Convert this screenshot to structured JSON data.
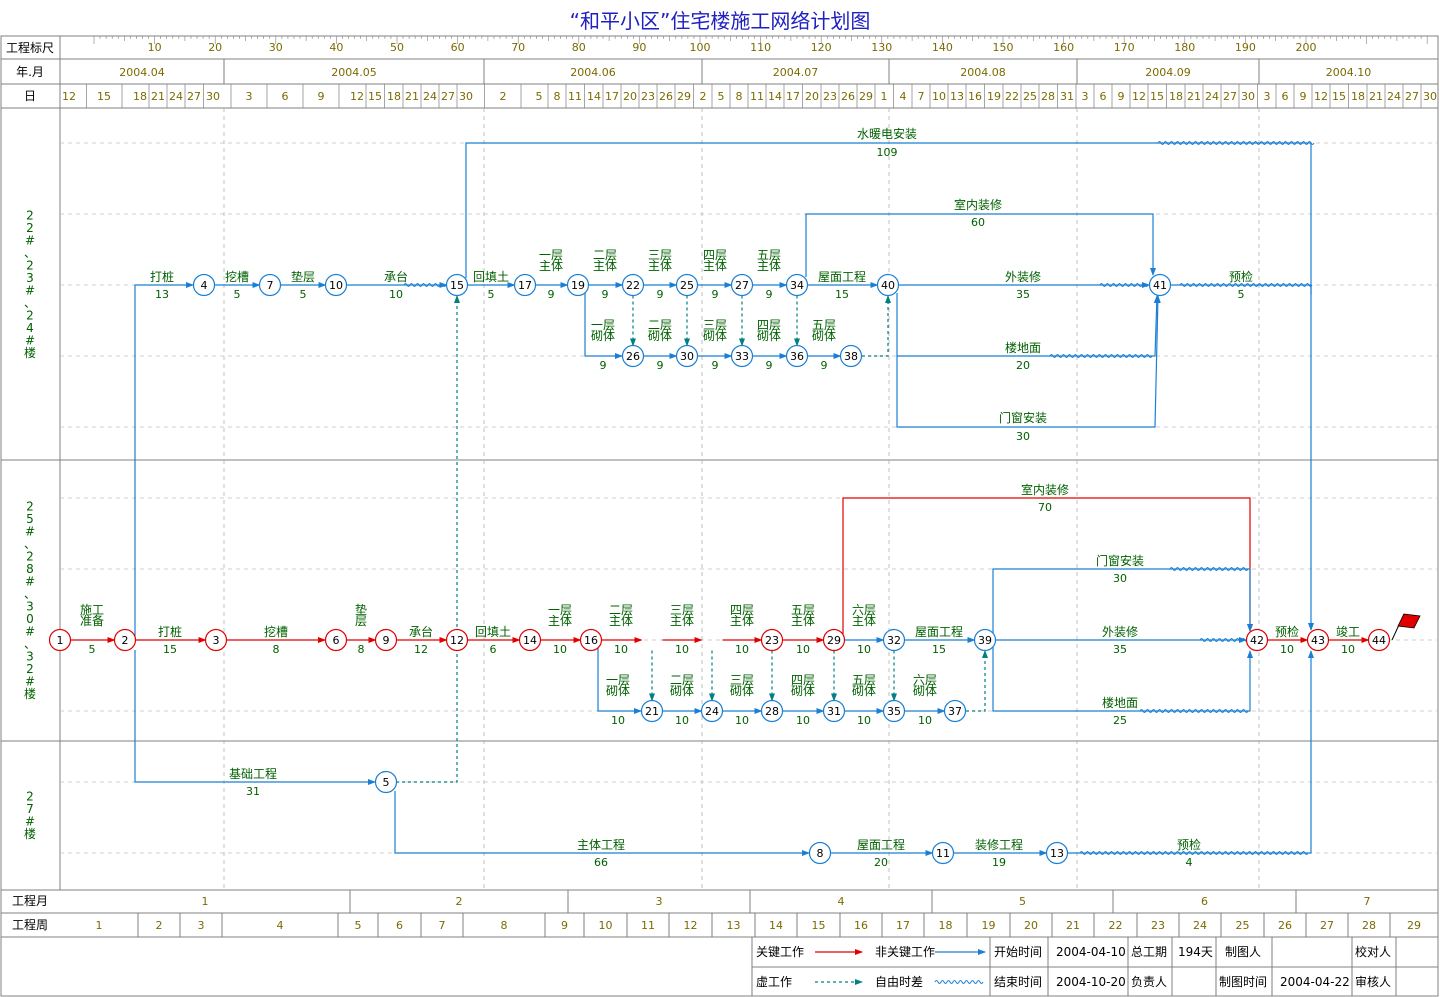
{
  "title": "“和平小区”住宅楼施工网络计划图",
  "header": {
    "row_scale_label": "工程标尺",
    "row_month_label": "年.月",
    "row_day_label": "日",
    "scale_ticks": [
      "10",
      "20",
      "30",
      "40",
      "50",
      "60",
      "70",
      "80",
      "90",
      "100",
      "110",
      "120",
      "130",
      "140",
      "150",
      "160",
      "170",
      "180",
      "190",
      "200"
    ],
    "months": [
      "2004.04",
      "2004.05",
      "2004.06",
      "2004.07",
      "2004.08",
      "2004.09",
      "2004.10"
    ],
    "days": [
      "12",
      "15",
      "18",
      "21",
      "24",
      "27",
      "30",
      "3",
      "6",
      "9",
      "12",
      "15",
      "18",
      "21",
      "24",
      "27",
      "30",
      "2",
      "5",
      "8",
      "11",
      "14",
      "17",
      "20",
      "23",
      "26",
      "29",
      "2",
      "5",
      "8",
      "11",
      "14",
      "17",
      "20",
      "23",
      "26",
      "29",
      "1",
      "4",
      "7",
      "10",
      "13",
      "16",
      "19",
      "22",
      "25",
      "28",
      "31",
      "3",
      "6",
      "9",
      "12",
      "15",
      "18",
      "21",
      "24",
      "27",
      "30",
      "3",
      "6",
      "9",
      "12",
      "15",
      "18",
      "21",
      "24",
      "27",
      "30"
    ]
  },
  "bands": [
    {
      "label": "22#、23#、24#楼"
    },
    {
      "label": "25#、28#、30#、32#楼"
    },
    {
      "label": "27#楼"
    }
  ],
  "colors": {
    "critical": "#e00000",
    "noncritical": "#1a7fd4",
    "dummy": "#008080",
    "grid": "#b0b0b0",
    "label": "#006000"
  },
  "nodes": [
    "1",
    "2",
    "3",
    "4",
    "5",
    "6",
    "7",
    "8",
    "9",
    "10",
    "11",
    "12",
    "13",
    "14",
    "15",
    "16",
    "17",
    "19",
    "21",
    "22",
    "23",
    "24",
    "25",
    "26",
    "27",
    "28",
    "29",
    "30",
    "31",
    "32",
    "33",
    "34",
    "35",
    "36",
    "37",
    "38",
    "39",
    "40",
    "41",
    "42",
    "43",
    "44"
  ],
  "activities": [
    {
      "name": "施工准备",
      "dur": "5",
      "type": "critical"
    },
    {
      "name": "打桩",
      "dur": "15",
      "type": "critical"
    },
    {
      "name": "挖槽",
      "dur": "8",
      "type": "critical"
    },
    {
      "name": "垫层",
      "dur": "8",
      "type": "critical"
    },
    {
      "name": "承台",
      "dur": "12",
      "type": "critical"
    },
    {
      "name": "回填土",
      "dur": "6",
      "type": "critical"
    },
    {
      "name": "一层主体",
      "dur": "10",
      "type": "critical"
    },
    {
      "name": "二层主体",
      "dur": "10",
      "type": "critical"
    },
    {
      "name": "三层主体",
      "dur": "10",
      "type": "critical"
    },
    {
      "name": "四层主体",
      "dur": "10",
      "type": "critical"
    },
    {
      "name": "五层主体",
      "dur": "10",
      "type": "critical"
    },
    {
      "name": "六层主体",
      "dur": "10",
      "type": "noncritical"
    },
    {
      "name": "屋面工程",
      "dur": "15",
      "type": "noncritical"
    },
    {
      "name": "室内装修",
      "dur": "70",
      "type": "critical"
    },
    {
      "name": "门窗安装",
      "dur": "30",
      "type": "noncritical"
    },
    {
      "name": "外装修",
      "dur": "35",
      "type": "noncritical"
    },
    {
      "name": "楼地面",
      "dur": "25",
      "type": "noncritical"
    },
    {
      "name": "预检",
      "dur": "10",
      "type": "critical"
    },
    {
      "name": "竣工",
      "dur": "10",
      "type": "critical"
    },
    {
      "name": "一层砌体",
      "dur": "10",
      "type": "noncritical"
    },
    {
      "name": "二层砌体",
      "dur": "10",
      "type": "noncritical"
    },
    {
      "name": "三层砌体",
      "dur": "10",
      "type": "noncritical"
    },
    {
      "name": "四层砌体",
      "dur": "10",
      "type": "noncritical"
    },
    {
      "name": "五层砌体",
      "dur": "10",
      "type": "noncritical"
    },
    {
      "name": "六层砌体",
      "dur": "10",
      "type": "noncritical"
    },
    {
      "name": "打桩",
      "dur": "13",
      "type": "noncritical"
    },
    {
      "name": "挖槽",
      "dur": "5",
      "type": "noncritical"
    },
    {
      "name": "垫层",
      "dur": "5",
      "type": "noncritical"
    },
    {
      "name": "承台",
      "dur": "10",
      "type": "noncritical"
    },
    {
      "name": "回填土",
      "dur": "5",
      "type": "noncritical"
    },
    {
      "name": "一层主体",
      "dur": "9",
      "type": "noncritical"
    },
    {
      "name": "二层主体",
      "dur": "9",
      "type": "noncritical"
    },
    {
      "name": "三层主体",
      "dur": "9",
      "type": "noncritical"
    },
    {
      "name": "四层主体",
      "dur": "9",
      "type": "noncritical"
    },
    {
      "name": "五层主体",
      "dur": "9",
      "type": "noncritical"
    },
    {
      "name": "屋面工程",
      "dur": "15",
      "type": "noncritical"
    },
    {
      "name": "一层砌体",
      "dur": "9",
      "type": "noncritical"
    },
    {
      "name": "二层砌体",
      "dur": "9",
      "type": "noncritical"
    },
    {
      "name": "三层砌体",
      "dur": "9",
      "type": "noncritical"
    },
    {
      "name": "四层砌体",
      "dur": "9",
      "type": "noncritical"
    },
    {
      "name": "五层砌体",
      "dur": "9",
      "type": "noncritical"
    },
    {
      "name": "室内装修",
      "dur": "60",
      "type": "noncritical"
    },
    {
      "name": "外装修",
      "dur": "35",
      "type": "noncritical"
    },
    {
      "name": "楼地面",
      "dur": "20",
      "type": "noncritical"
    },
    {
      "name": "门窗安装",
      "dur": "30",
      "type": "noncritical"
    },
    {
      "name": "预检",
      "dur": "5",
      "type": "noncritical"
    },
    {
      "name": "水暖电安装",
      "dur": "109",
      "type": "noncritical"
    },
    {
      "name": "基础工程",
      "dur": "31",
      "type": "noncritical"
    },
    {
      "name": "主体工程",
      "dur": "66",
      "type": "noncritical"
    },
    {
      "name": "屋面工程",
      "dur": "20",
      "type": "noncritical"
    },
    {
      "name": "装修工程",
      "dur": "19",
      "type": "noncritical"
    },
    {
      "name": "预检",
      "dur": "4",
      "type": "noncritical"
    }
  ],
  "footer": {
    "row_month_label": "工程月",
    "row_week_label": "工程周",
    "months": [
      "1",
      "2",
      "3",
      "4",
      "5",
      "6",
      "7"
    ],
    "weeks": [
      "1",
      "2",
      "3",
      "4",
      "5",
      "6",
      "7",
      "8",
      "9",
      "10",
      "11",
      "12",
      "13",
      "14",
      "15",
      "16",
      "17",
      "18",
      "19",
      "20",
      "21",
      "22",
      "23",
      "24",
      "25",
      "26",
      "27",
      "28",
      "29"
    ],
    "legend": {
      "critical_label": "关键工作",
      "noncritical_label": "非关键工作",
      "dummy_label": "虚工作",
      "float_label": "自由时差",
      "start_label": "开始时间",
      "start_value": "2004-04-10",
      "end_label": "结束时间",
      "end_value": "2004-10-20",
      "duration_label": "总工期",
      "duration_value": "194天",
      "manager_label": "负责人",
      "drawer_label": "制图人",
      "draw_time_label": "制图时间",
      "draw_time_value": "2004-04-22",
      "checker_label": "校对人",
      "reviewer_label": "审核人"
    }
  }
}
